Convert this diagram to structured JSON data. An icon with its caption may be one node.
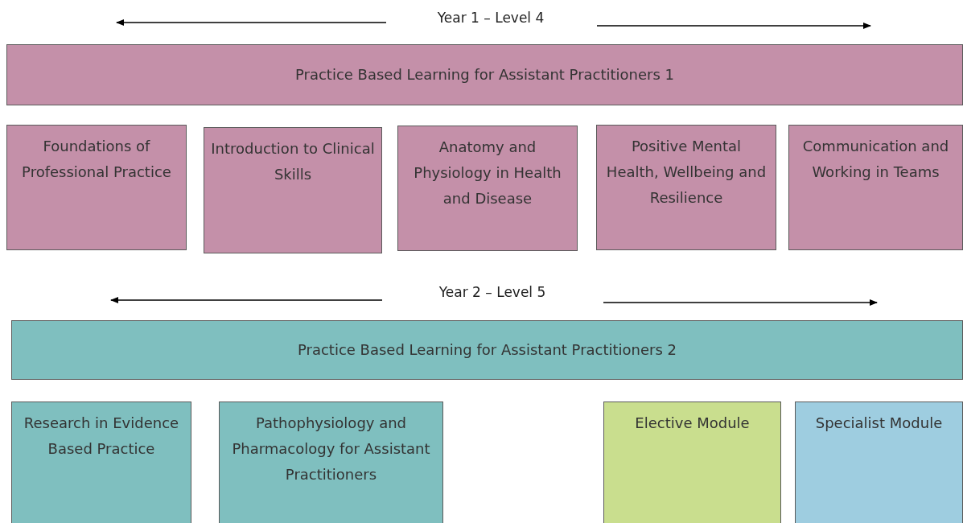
{
  "diagram": {
    "nodes": [
      {
        "text": [
          "Practice Based Learning for Assistant Practitioners 1"
        ]
      },
      {
        "text": [
          "Foundations of Professional Practice"
        ]
      },
      {
        "text": [
          "Introduction to Clinical Skills"
        ]
      },
      {
        "text": [
          "Anatomy and Physiology in Health and Disease"
        ]
      },
      {
        "text": [
          "Positive Mental Health, Wellbeing and Resilience"
        ]
      },
      {
        "text": [
          "Communication and Working in Teams"
        ]
      },
      {
        "text": [
          "Practice Based Learning for Assistant Practitioners 2"
        ]
      },
      {
        "text": [
          "Research in Evidence Based Practice"
        ]
      },
      {
        "text": [
          "Pathophysiology and Pharmacology for Assistant Practitioners"
        ]
      },
      {
        "text": [
          "Elective Module"
        ]
      },
      {
        "text": [
          "Specialist Module"
        ]
      }
    ],
    "labels": [
      "Year 1 – Level 4",
      "Year 2 – Level 5"
    ]
  }
}
